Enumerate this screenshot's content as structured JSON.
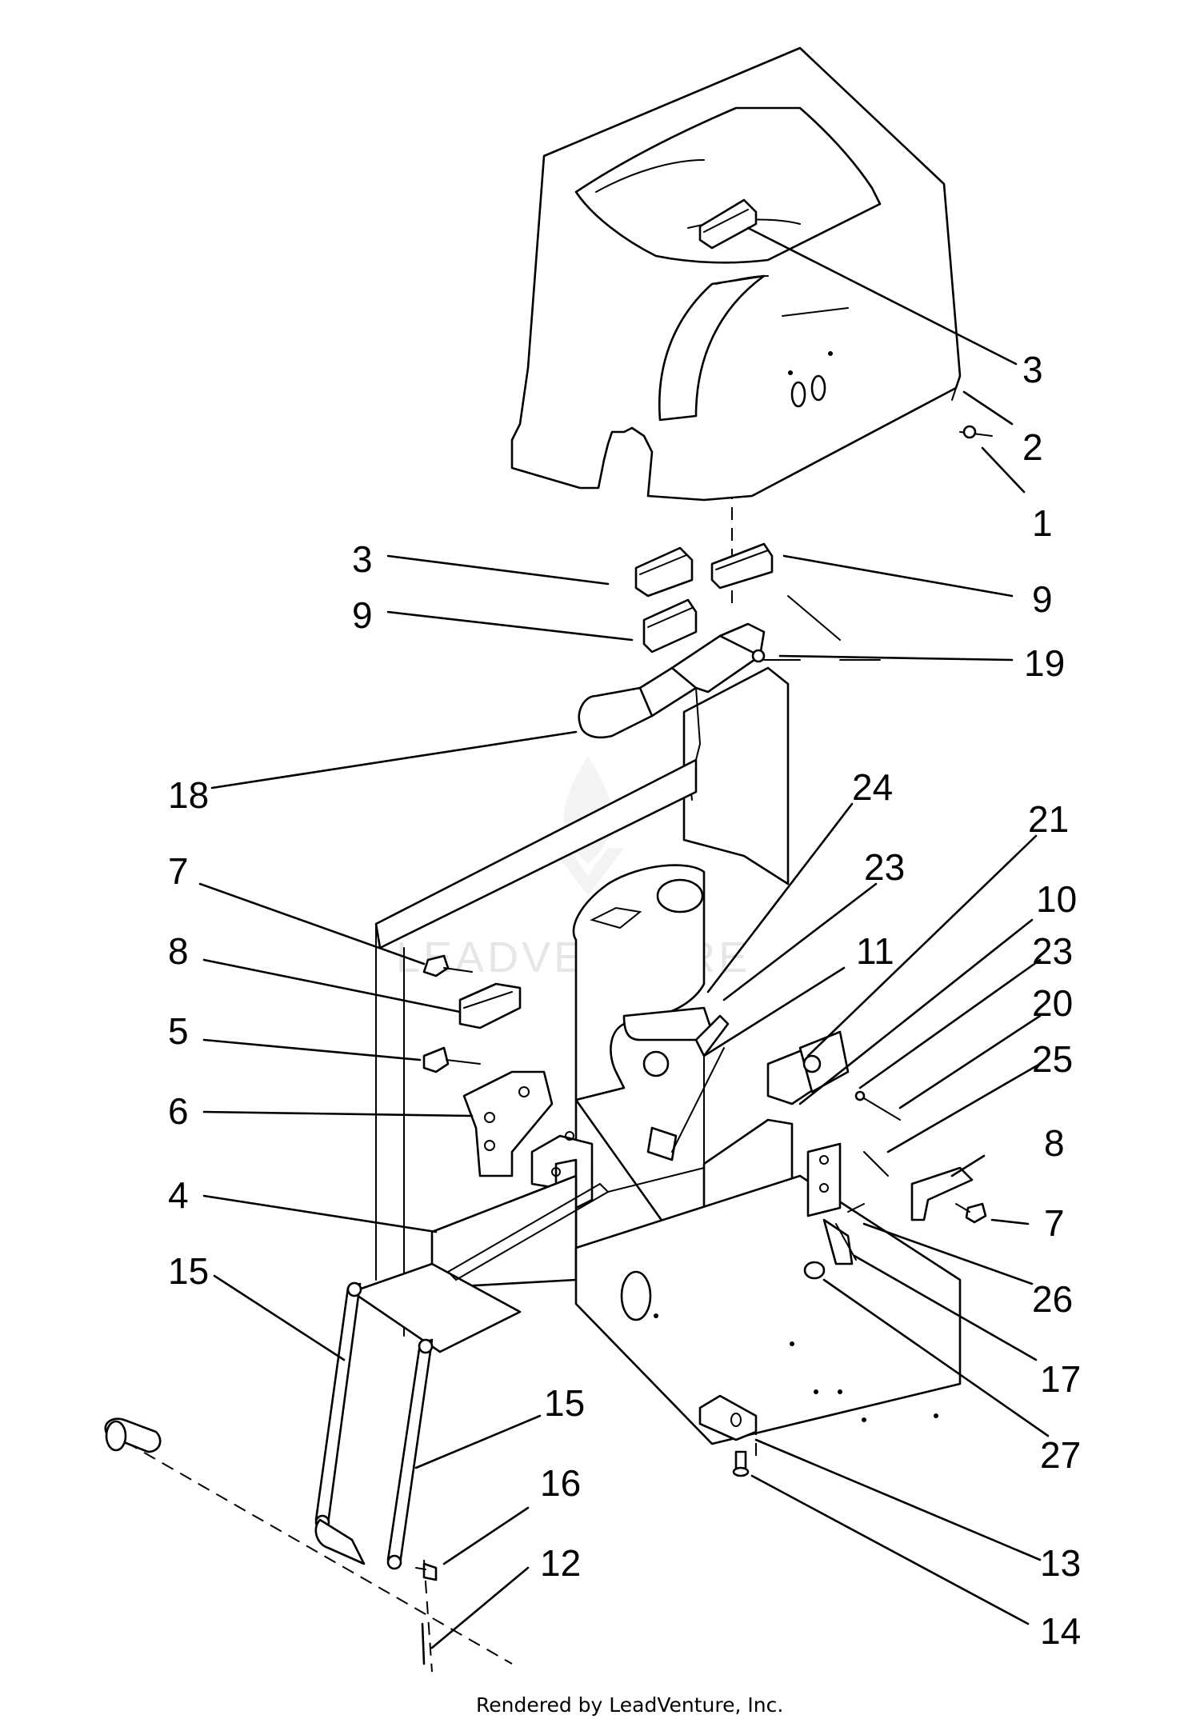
{
  "watermark": {
    "text": "LEADVENTURE"
  },
  "footer": {
    "credit": "Rendered by LeadVenture, Inc."
  },
  "callouts": [
    {
      "id": "c-3a",
      "label": "3"
    },
    {
      "id": "c-2",
      "label": "2"
    },
    {
      "id": "c-1",
      "label": "1"
    },
    {
      "id": "c-3b",
      "label": "3"
    },
    {
      "id": "c-9a",
      "label": "9"
    },
    {
      "id": "c-9b",
      "label": "9"
    },
    {
      "id": "c-19",
      "label": "19"
    },
    {
      "id": "c-18",
      "label": "18"
    },
    {
      "id": "c-24",
      "label": "24"
    },
    {
      "id": "c-21",
      "label": "21"
    },
    {
      "id": "c-23a",
      "label": "23"
    },
    {
      "id": "c-10",
      "label": "10"
    },
    {
      "id": "c-7a",
      "label": "7"
    },
    {
      "id": "c-11",
      "label": "11"
    },
    {
      "id": "c-23b",
      "label": "23"
    },
    {
      "id": "c-8a",
      "label": "8"
    },
    {
      "id": "c-20",
      "label": "20"
    },
    {
      "id": "c-5",
      "label": "5"
    },
    {
      "id": "c-25",
      "label": "25"
    },
    {
      "id": "c-6",
      "label": "6"
    },
    {
      "id": "c-8b",
      "label": "8"
    },
    {
      "id": "c-4",
      "label": "4"
    },
    {
      "id": "c-7b",
      "label": "7"
    },
    {
      "id": "c-26",
      "label": "26"
    },
    {
      "id": "c-15a",
      "label": "15"
    },
    {
      "id": "c-17",
      "label": "17"
    },
    {
      "id": "c-15b",
      "label": "15"
    },
    {
      "id": "c-27",
      "label": "27"
    },
    {
      "id": "c-16",
      "label": "16"
    },
    {
      "id": "c-13",
      "label": "13"
    },
    {
      "id": "c-12",
      "label": "12"
    },
    {
      "id": "c-14",
      "label": "14"
    }
  ]
}
